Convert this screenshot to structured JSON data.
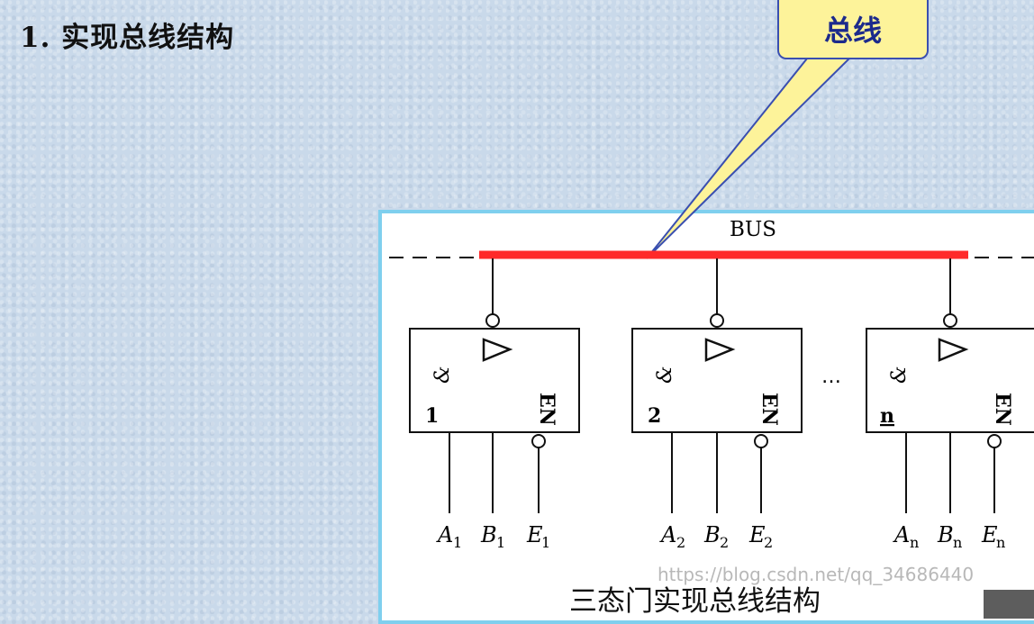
{
  "slide": {
    "title": "1. 实现总线结构"
  },
  "callout": {
    "label": "总线"
  },
  "diagram": {
    "bus_label": "BUS",
    "ellipsis": "…",
    "gates": [
      {
        "number": "1",
        "inputs": [
          "A",
          "B",
          "E"
        ],
        "subscript": "1"
      },
      {
        "number": "2",
        "inputs": [
          "A",
          "B",
          "E"
        ],
        "subscript": "2"
      },
      {
        "number": "n",
        "inputs": [
          "A",
          "B",
          "E"
        ],
        "subscript": "n"
      }
    ],
    "and_symbol": "&",
    "enable_label": "EN",
    "caption": "三态门实现总线结构"
  },
  "watermark": {
    "text": "https://blog.csdn.net/qq_34686440"
  },
  "colors": {
    "bus_highlight": "#ff2a2a",
    "callout_fill": "#fdf39a",
    "callout_border": "#3a4fb0",
    "panel_border": "#7fcfee"
  }
}
